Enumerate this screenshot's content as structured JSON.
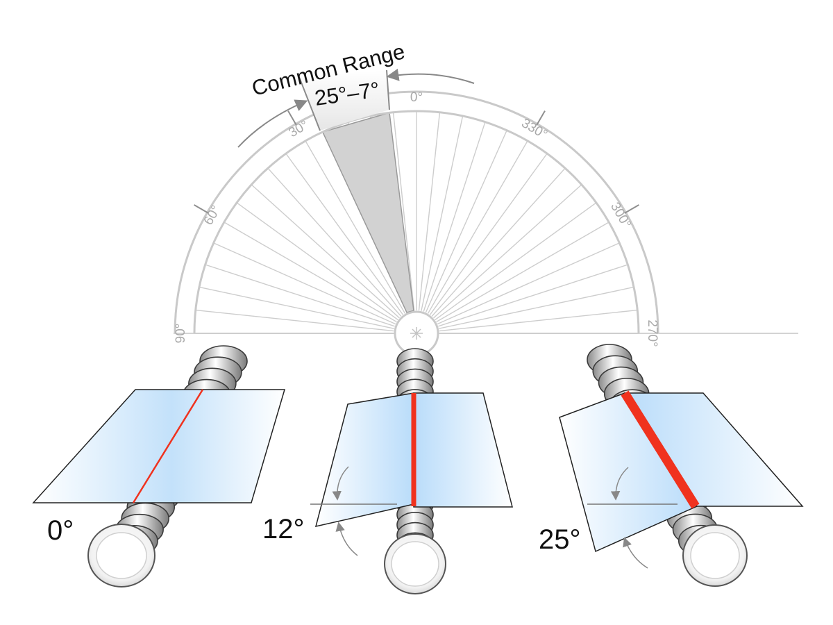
{
  "dial": {
    "labels": [
      "0°",
      "30°",
      "60°",
      "90°",
      "270°",
      "300°",
      "330°"
    ]
  },
  "common_range": {
    "title": "Common Range",
    "value": "25°–7°",
    "from_deg": 25,
    "to_deg": 7
  },
  "examples": [
    {
      "label": "0°",
      "angle_deg": 0
    },
    {
      "label": "12°",
      "angle_deg": 12
    },
    {
      "label": "25°",
      "angle_deg": 25
    }
  ],
  "colors": {
    "cut_line": "#f0321e",
    "dial": "#c7c7c7",
    "arrow": "#888888",
    "highlight": "#cfcfcf",
    "blade": "#bfe0fb"
  }
}
